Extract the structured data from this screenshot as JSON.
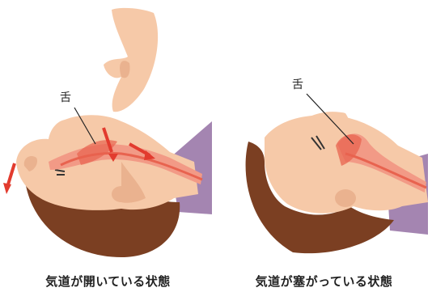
{
  "panels": [
    {
      "state": "open",
      "caption": "気道が開いている状態",
      "tongue_label": "舌"
    },
    {
      "state": "blocked",
      "caption": "気道が塞がっている状態",
      "tongue_label": "舌"
    }
  ],
  "colors": {
    "skin": "#f6c9a8",
    "skin_shadow": "#eab28f",
    "hair": "#7b3f22",
    "airway": "#f29a86",
    "airway_core": "#e8634f",
    "arrow": "#e23b2e",
    "neck_shadow": "#9a78a8"
  }
}
